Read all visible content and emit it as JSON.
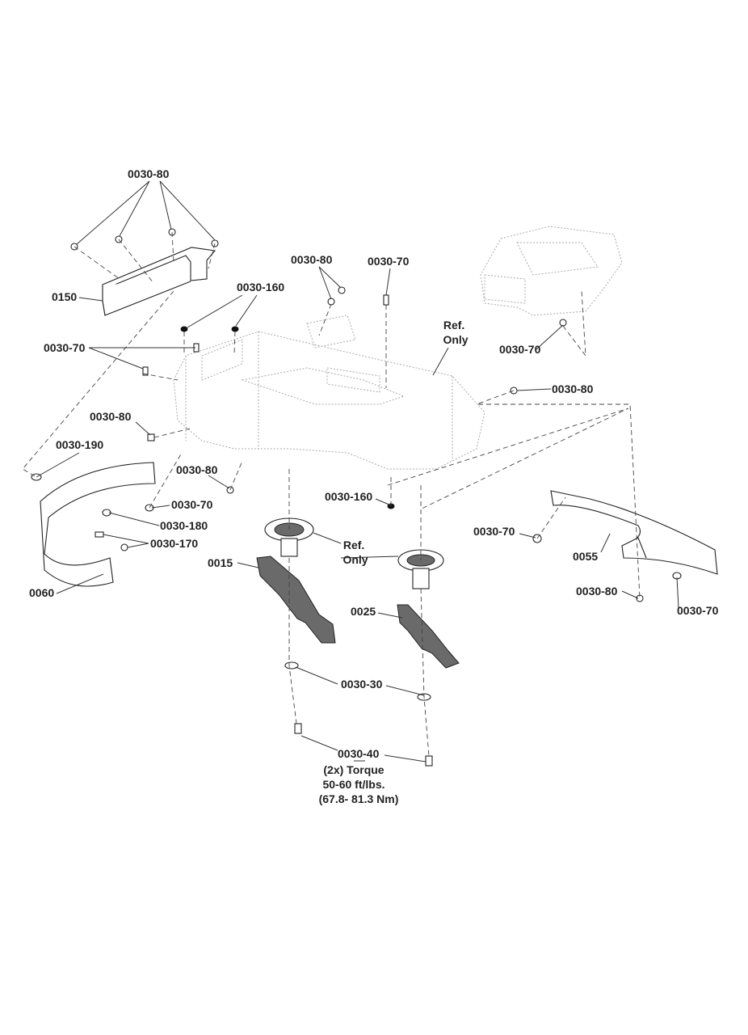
{
  "labels": {
    "top_0030_80": "0030-80",
    "l_0150": "0150",
    "top_0030_160": "0030-160",
    "mid_0030_80": "0030-80",
    "mid_0030_70": "0030-70",
    "ref_only_top": "Ref.\nOnly",
    "left_0030_70": "0030-70",
    "right_top_0030_70": "0030-70",
    "right_0030_80": "0030-80",
    "left_0030_80": "0030-80",
    "l_0030_190": "0030-190",
    "lower_0030_80": "0030-80",
    "lower_0030_70": "0030-70",
    "l_0030_160_lower": "0030-160",
    "l_0030_180": "0030-180",
    "l_0030_170": "0030-170",
    "l_0060": "0060",
    "l_0015": "0015",
    "ref_only_mid": "Ref.\nOnly",
    "r_0030_70": "0030-70",
    "l_0055": "0055",
    "r_0030_80": "0030-80",
    "r2_0030_70": "0030-70",
    "l_0025": "0025",
    "l_0030_30": "0030-30",
    "l_0030_40": "0030-40",
    "torque_note_1": "(2x) Torque",
    "torque_note_2": "50-60 ft/lbs.",
    "torque_note_3": "(67.8- 81.3 Nm)"
  }
}
